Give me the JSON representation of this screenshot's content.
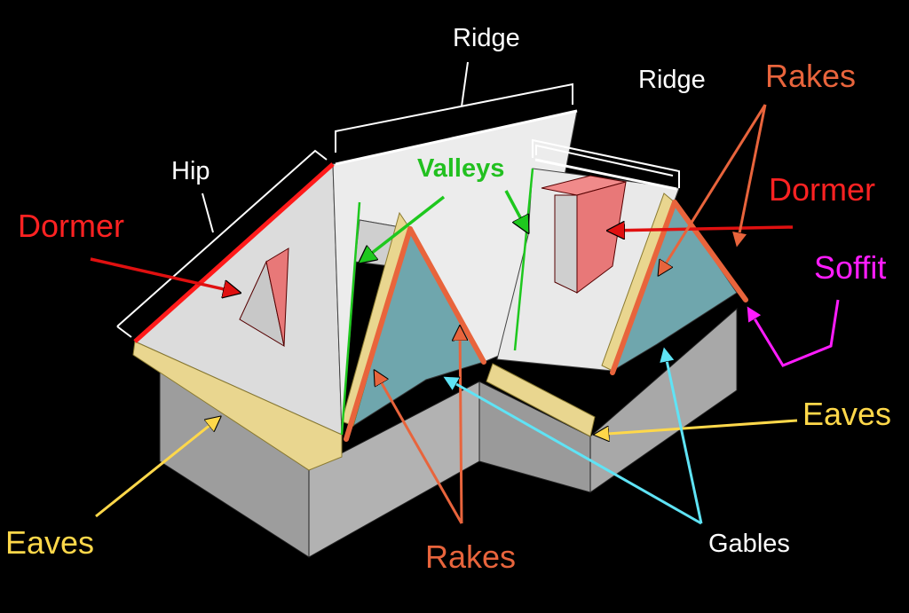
{
  "labels": {
    "ridge_left": "Ridge",
    "ridge_right": "Ridge",
    "hip": "Hip",
    "valleys": "Valleys",
    "rakes_top": "Rakes",
    "rakes_bottom": "Rakes",
    "dormer_left": "Dormer",
    "dormer_right": "Dormer",
    "soffit": "Soffit",
    "eaves_left": "Eaves",
    "eaves_right": "Eaves",
    "gables": "Gables"
  },
  "colors": {
    "background": "#000000",
    "roof_surface": "#e8e8e8",
    "wall": "#a9a9a9",
    "gable_face": "#6fa6ad",
    "eave_trim": "#e9d68f",
    "rake_trim": "#e8643c",
    "hip_line": "#ff1a1a",
    "valley_line": "#1ec81e",
    "dormer": "#e87878",
    "eaves_arrow": "#ffd84a",
    "gables_arrow": "#5fe3f5",
    "soffit_arrow": "#ff1cff"
  }
}
